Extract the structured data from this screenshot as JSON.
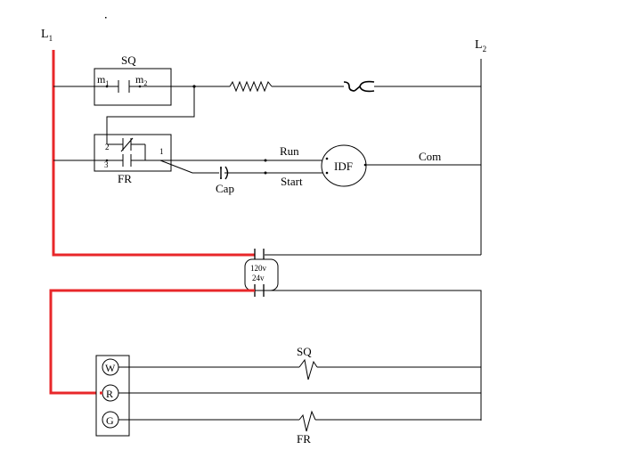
{
  "lines": {
    "l1": "L",
    "l1_sub": "1",
    "l2": "L",
    "l2_sub": "2"
  },
  "sq_relay": {
    "title": "SQ",
    "contact_left": "m",
    "contact_left_sub": "1",
    "contact_right": "m",
    "contact_right_sub": "2"
  },
  "fr_relay": {
    "title": "FR",
    "term_2": "2",
    "term_3": "3",
    "term_1": "1"
  },
  "motor": {
    "label": "IDF",
    "run": "Run",
    "start": "Start",
    "com": "Com"
  },
  "capacitor": {
    "label": "Cap"
  },
  "transformer": {
    "primary": "120v",
    "secondary": "24v"
  },
  "thermostat": {
    "w": "W",
    "r": "R",
    "g": "G"
  },
  "coils": {
    "sq": "SQ",
    "fr": "FR"
  },
  "colors": {
    "hot_wire": "#e8272a",
    "wire": "#000000"
  }
}
